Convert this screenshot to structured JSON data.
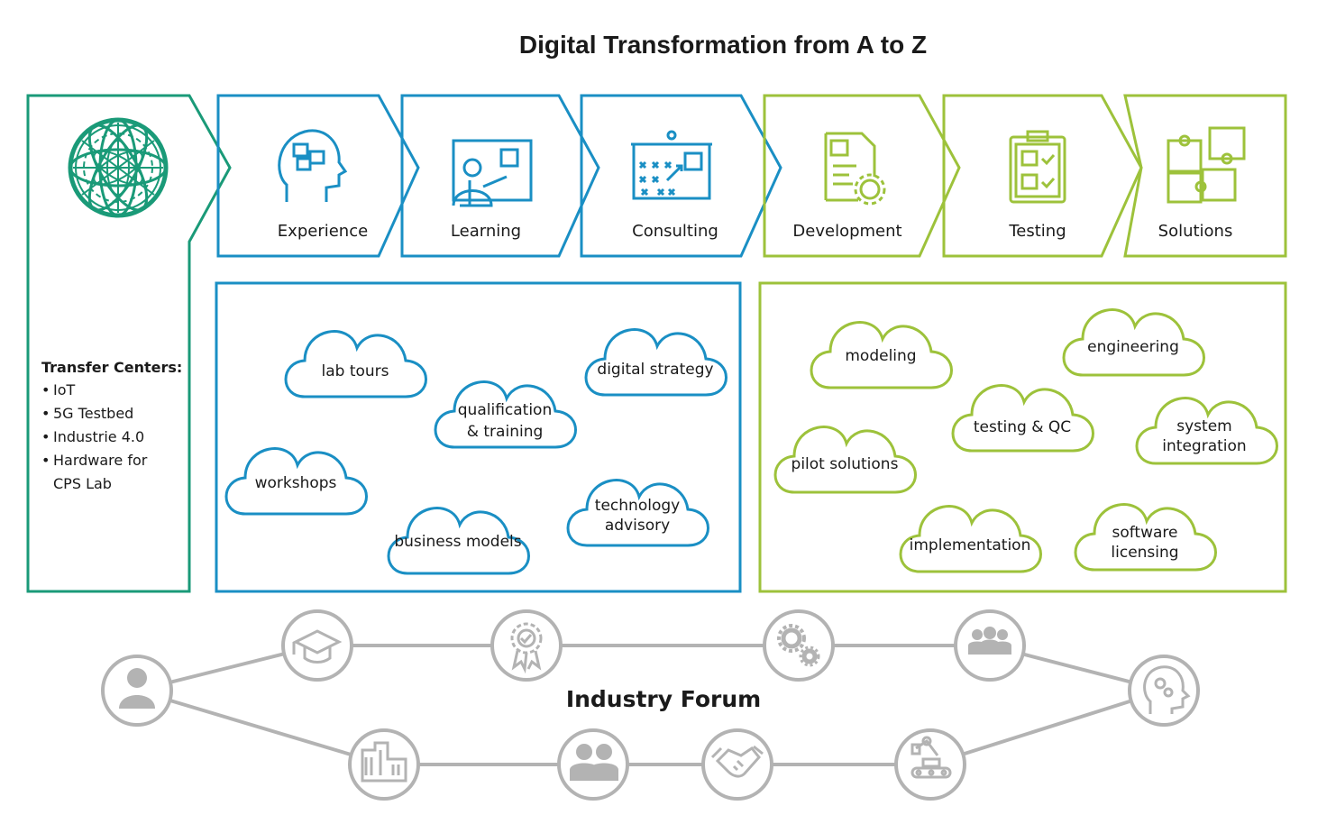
{
  "title": "Digital Transformation from A to Z",
  "colors": {
    "teal": "#1a9a78",
    "blue": "#1a8fc4",
    "green": "#9dc23b",
    "gray": "#b3b3b3",
    "text": "#1a1a1a"
  },
  "transfer_centers": {
    "heading": "Transfer Centers:",
    "items": [
      "IoT",
      "5G Testbed",
      "Industrie 4.0",
      "Hardware for",
      "CPS Lab"
    ],
    "bullet": "•"
  },
  "steps": [
    {
      "label": "Experience",
      "icon": "head-puzzle-icon"
    },
    {
      "label": "Learning",
      "icon": "teacher-board-icon"
    },
    {
      "label": "Consulting",
      "icon": "strategy-board-icon"
    },
    {
      "label": "Development",
      "icon": "document-gear-icon"
    },
    {
      "label": "Testing",
      "icon": "clipboard-check-icon"
    },
    {
      "label": "Solutions",
      "icon": "puzzle-pieces-icon"
    }
  ],
  "blue_clouds": {
    "lab_tours": "lab tours",
    "digital_strategy": "digital strategy",
    "qualification_1": "qualification",
    "qualification_2": "& training",
    "workshops": "workshops",
    "technology_1": "technology",
    "technology_2": "advisory",
    "business_models": "business models"
  },
  "green_clouds": {
    "modeling": "modeling",
    "engineering": "engineering",
    "testing_qc": "testing & QC",
    "system_1": "system",
    "system_2": "integration",
    "pilot_solutions": "pilot solutions",
    "implementation": "implementation",
    "software_1": "software",
    "software_2": "licensing"
  },
  "industry_forum": {
    "label": "Industry Forum",
    "nodes": [
      "person-icon",
      "graduation-cap-icon",
      "certificate-badge-icon",
      "gears-icon",
      "group-icon",
      "head-gears-icon",
      "factory-icon",
      "two-people-icon",
      "handshake-icon",
      "robot-arm-conveyor-icon"
    ]
  }
}
